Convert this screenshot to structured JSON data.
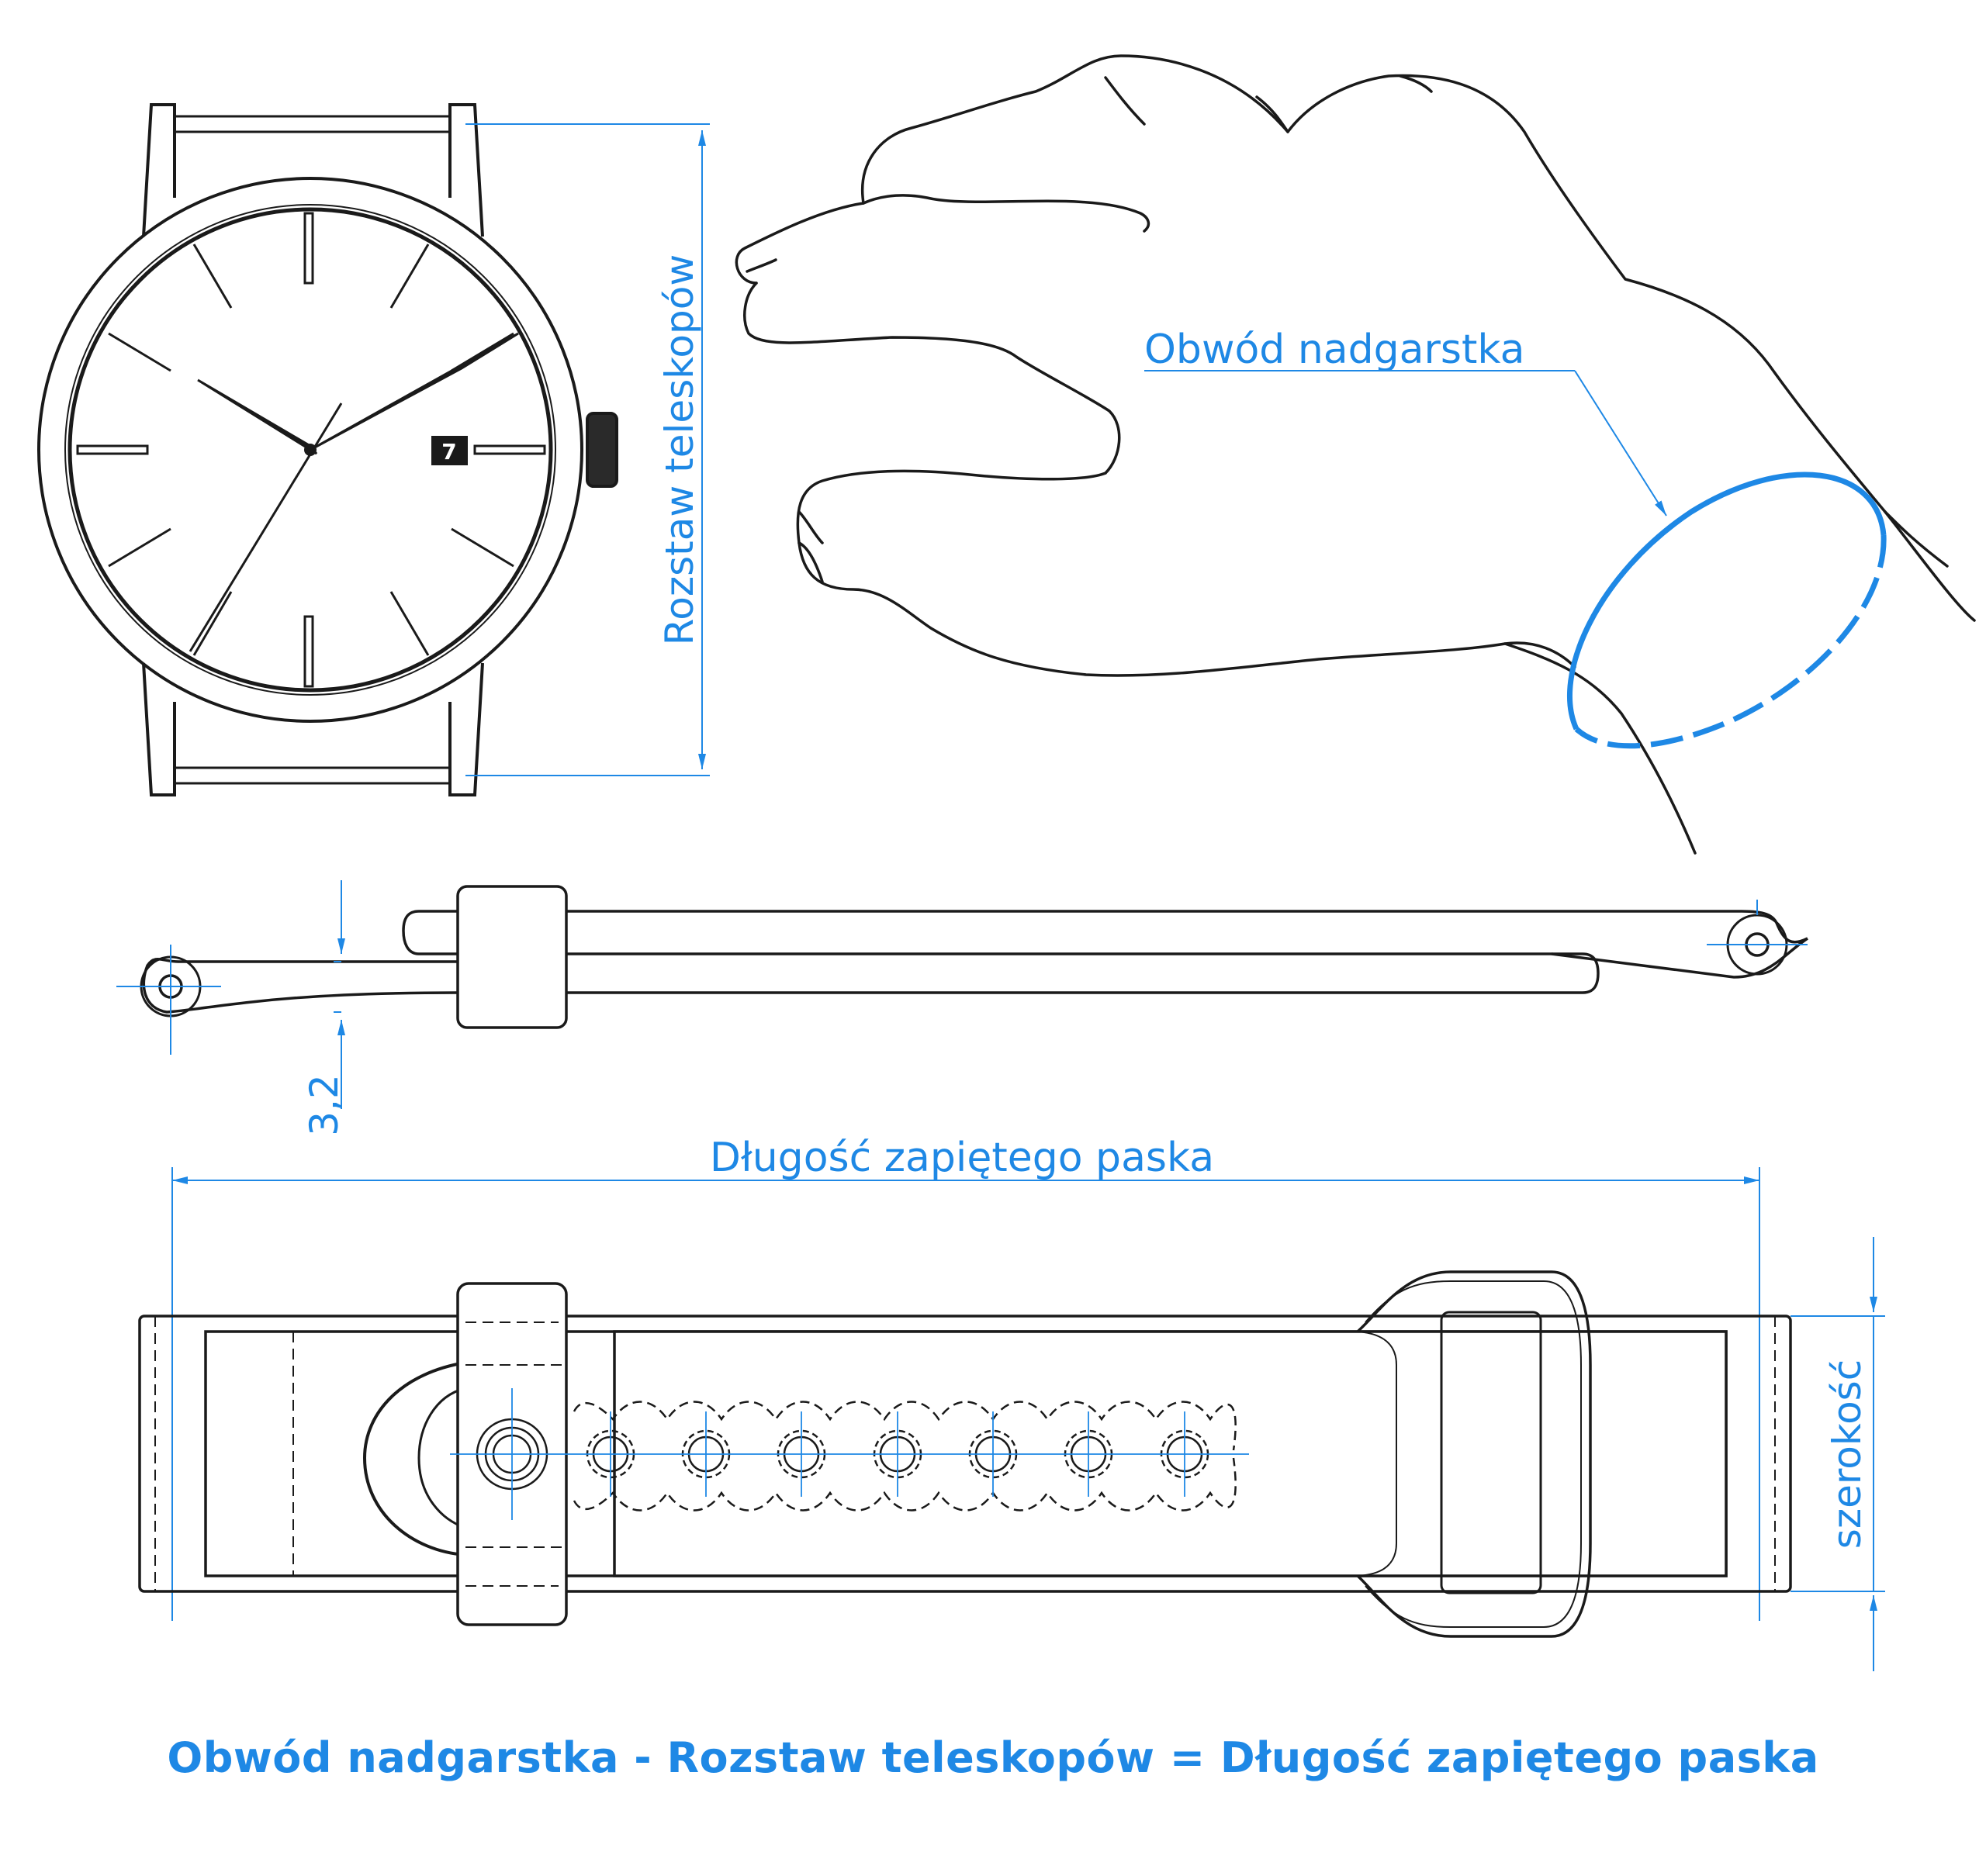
{
  "labels": {
    "lug_spacing": "Rozstaw teleskopów",
    "wrist_circumference": "Obwód nadgarstka",
    "pin_dimension": "3,2",
    "strap_length": "Długość zapiętego paska",
    "width": "szerokość",
    "date_window": "7"
  },
  "formula": "Obwód nadgarstka - Rozstaw teleskopów = Długość zapiętego paska",
  "colors": {
    "dimension_blue": "#1e88e5",
    "line_black": "#1a1a1a"
  }
}
